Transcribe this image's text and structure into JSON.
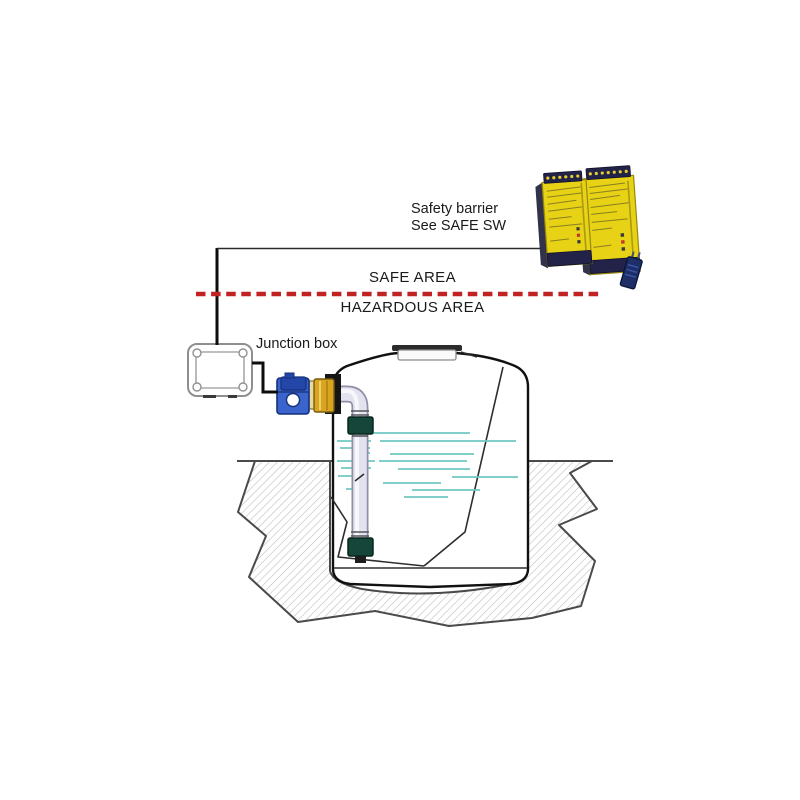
{
  "diagram": {
    "title_context": "Tank level sensor with intrinsic safety barrier installation",
    "annotations": {
      "barrier_line1": "Safety barrier",
      "barrier_line2": "See SAFE SW",
      "junction_box": "Junction box"
    },
    "areas": {
      "safe": "SAFE AREA",
      "hazardous": "HAZARDOUS AREA"
    },
    "colors": {
      "boundary_red": "#c12222",
      "barrier_yellow": "#e7d215",
      "module_navy": "#23234a",
      "sensor_blue": "#3a63cc",
      "brass": "#d9a520",
      "liquid_teal": "#70c8c2",
      "float_green": "#16463a",
      "pipe_fill": "#e3e3ef",
      "pipe_edge": "#8f8fa6",
      "tank_outline": "#111111",
      "ground_outline": "#4a4a4a"
    },
    "tank": {
      "liquid_lines": [
        [
          348,
          433,
          122
        ],
        [
          337,
          441,
          34
        ],
        [
          380,
          441,
          136
        ],
        [
          340,
          448,
          30
        ],
        [
          352,
          453,
          18
        ],
        [
          390,
          454,
          84
        ],
        [
          337,
          461,
          38
        ],
        [
          379,
          461,
          88
        ],
        [
          341,
          468,
          30
        ],
        [
          398,
          469,
          72
        ],
        [
          338,
          476,
          26
        ],
        [
          452,
          477,
          66
        ],
        [
          383,
          483,
          58
        ],
        [
          346,
          489,
          22
        ],
        [
          412,
          490,
          68
        ],
        [
          404,
          497,
          44
        ]
      ]
    },
    "modules": {
      "count": 2,
      "description": "Yellow DIN-rail safety barrier modules with terminal rows and status LEDs, blue plug connector on right module"
    }
  }
}
